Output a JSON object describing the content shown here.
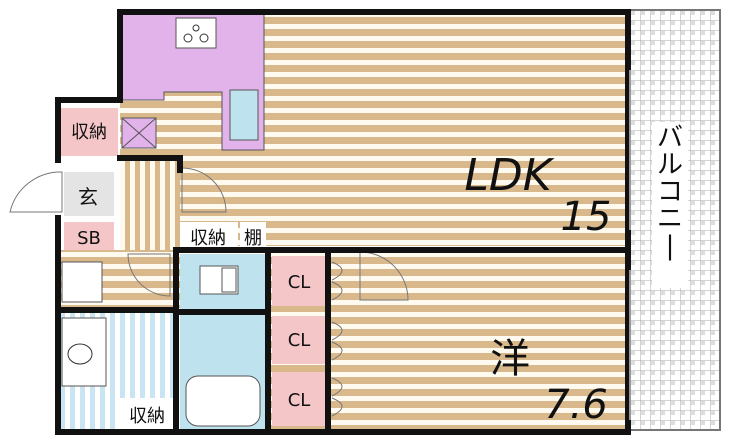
{
  "rooms": {
    "ldk": {
      "name": "LDK",
      "size": "15"
    },
    "western": {
      "name": "洋",
      "size": "7.6"
    }
  },
  "labels": {
    "balcony": "バルコニー",
    "storage": "収納",
    "shelf": "棚",
    "entrance": "玄",
    "shoe_box": "SB",
    "closet": "CL"
  },
  "colors": {
    "wall": "#111111",
    "floor_wood": "#d9b98c",
    "floor_stripe": "#fffaf0",
    "kitchen": "#e2b3ea",
    "bath": "#bfe3ee",
    "washroom_stripe": "#c9e4f3",
    "storage": "#f4c6c8",
    "entrance_floor": "#e4e4e4",
    "balcony_grid": "#a9a9a9"
  }
}
